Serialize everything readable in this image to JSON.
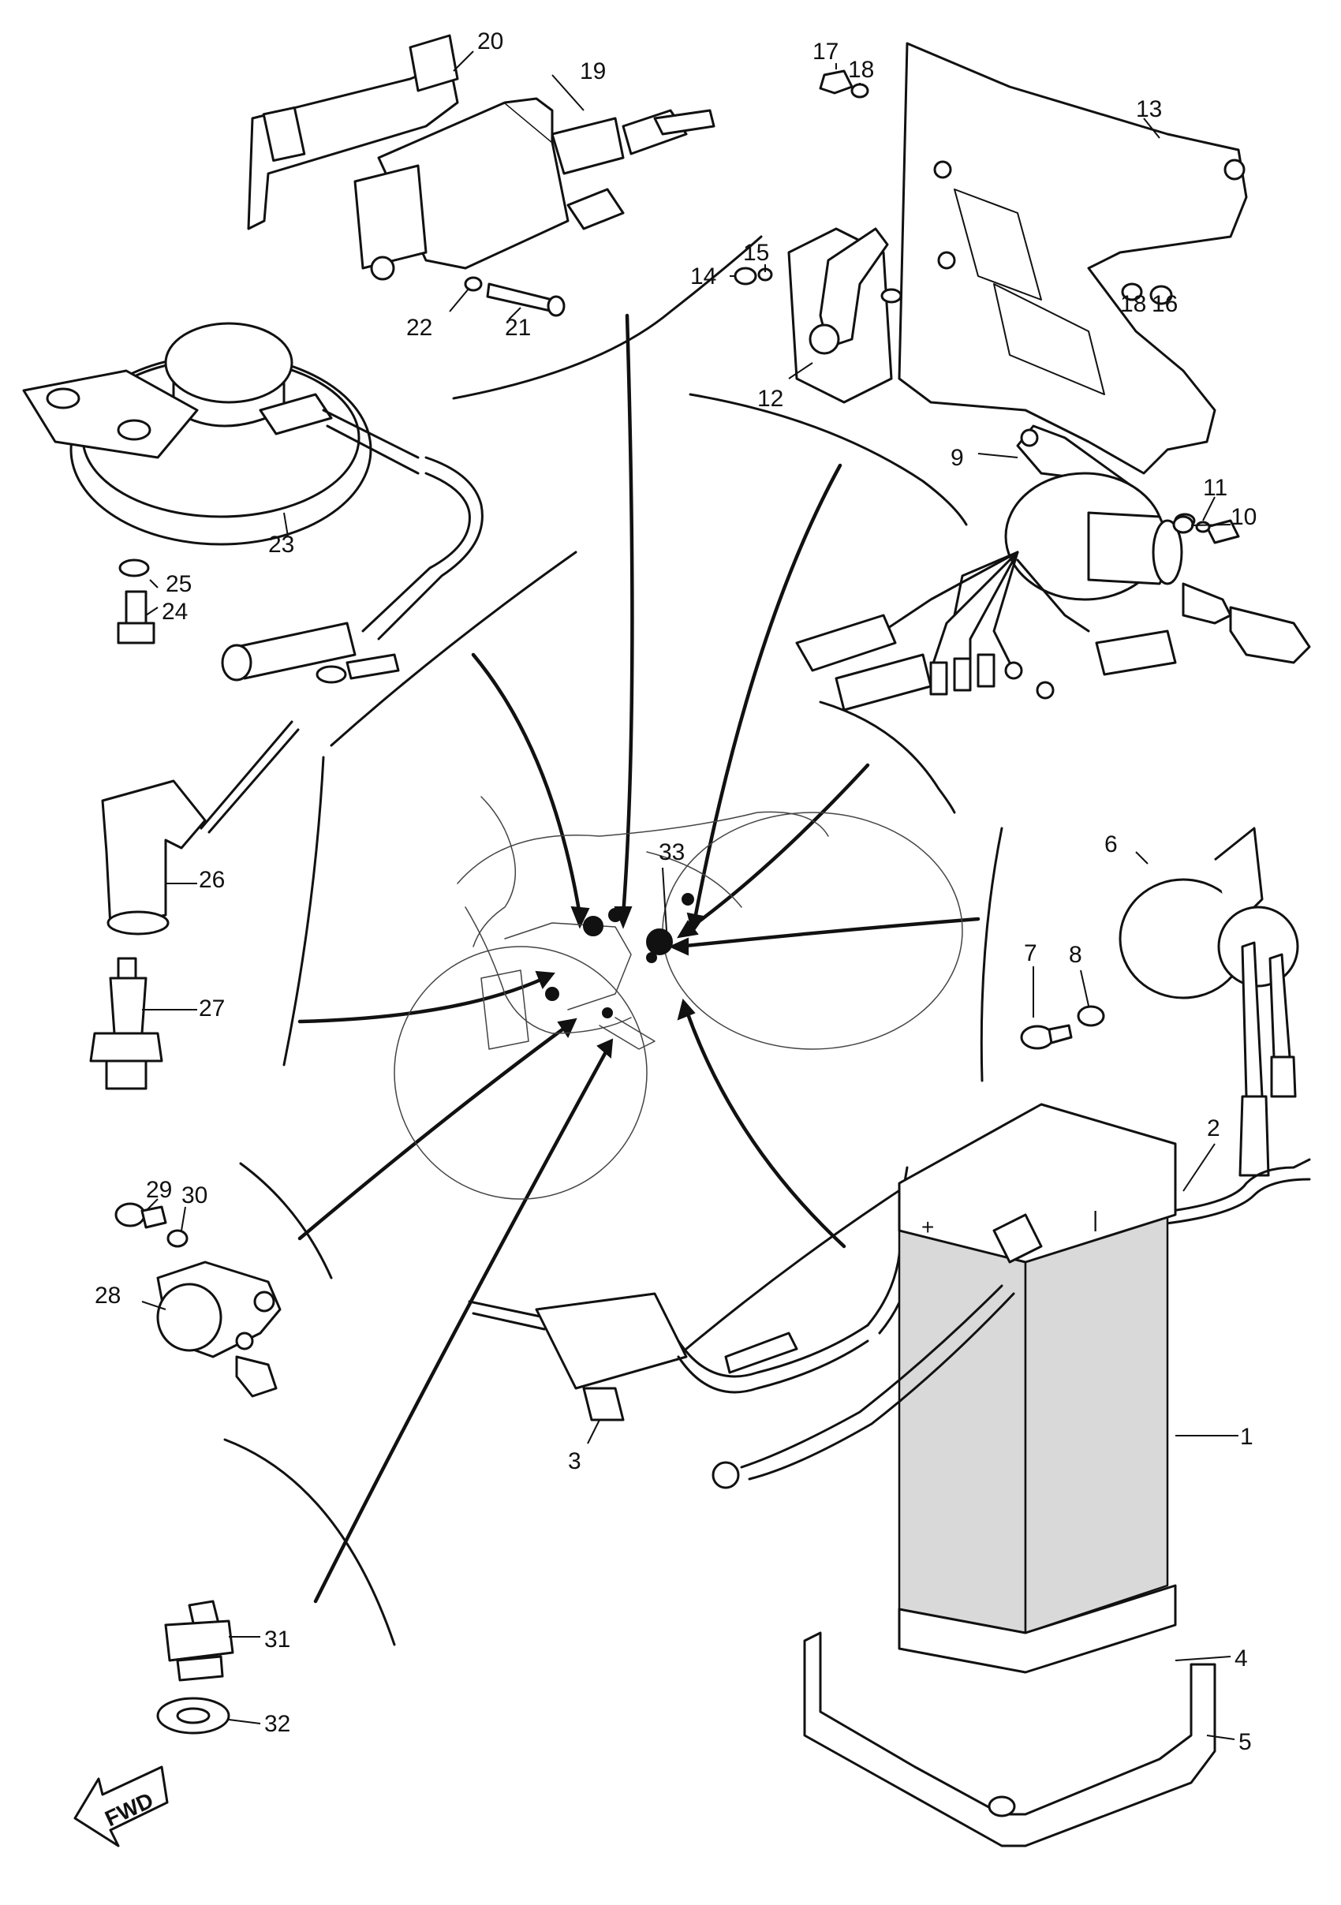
{
  "diagram": {
    "callouts": [
      "1",
      "2",
      "3",
      "4",
      "5",
      "6",
      "7",
      "8",
      "9",
      "10",
      "11",
      "12",
      "13",
      "14",
      "15",
      "16",
      "17",
      "18",
      "18",
      "19",
      "20",
      "21",
      "22",
      "23",
      "24",
      "25",
      "26",
      "27",
      "28",
      "29",
      "30",
      "31",
      "32",
      "33"
    ],
    "fwd_label": "FWD",
    "battery_pos_sign": "+",
    "battery_neg_sign": "|"
  }
}
